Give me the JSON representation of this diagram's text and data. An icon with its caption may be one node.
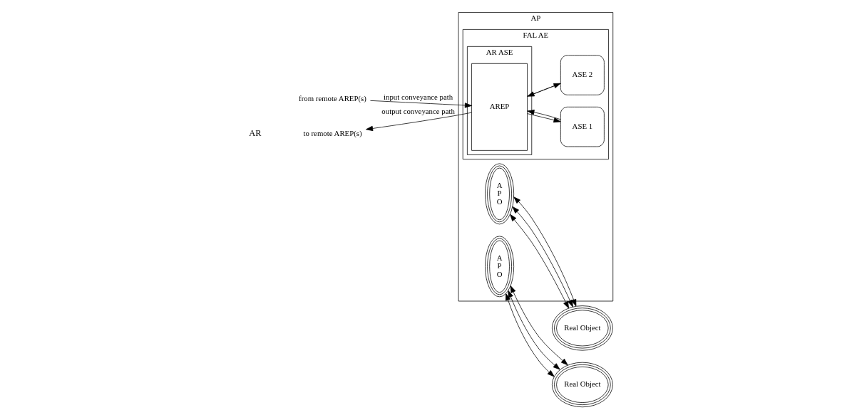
{
  "diagram": {
    "nodes": [
      {
        "text": [
          "AP"
        ]
      },
      {
        "text": [
          "FAL AE"
        ],
        "in": 0
      },
      {
        "text": [
          "AR ASE"
        ],
        "in": 1
      },
      {
        "text": [
          "AREP"
        ],
        "in": 2
      },
      {
        "text": [
          "ASE 1"
        ],
        "in": 1
      },
      {
        "text": [
          "ASE 2"
        ],
        "in": 1
      },
      {
        "text": [
          "A P O"
        ],
        "in": 0
      },
      {
        "text": [
          "A P O"
        ],
        "in": 0
      },
      {
        "text": [
          "Real Object"
        ]
      },
      {
        "text": [
          "Real Object"
        ]
      },
      {
        "text": [
          "from remote AREP(s)"
        ]
      },
      {
        "text": [
          "to remote AREP(s)"
        ]
      }
    ],
    "edges": [
      {
        "from": 10,
        "to": 3,
        "arrow": "to",
        "label": "input conveyance path"
      },
      {
        "from": 3,
        "to": 11,
        "arrow": "to",
        "label": "output conveyance path"
      },
      {
        "from": 3,
        "to": 4,
        "arrow": "to"
      },
      {
        "from": 3,
        "to": 5,
        "arrow": "to"
      },
      {
        "from": 4,
        "to": 3,
        "arrow": "to"
      },
      {
        "from": 5,
        "to": 3,
        "arrow": "to"
      },
      {
        "from": 6,
        "to": 8,
        "arrow": "both"
      },
      {
        "from": 6,
        "to": 8,
        "arrow": "both"
      },
      {
        "from": 6,
        "to": 8,
        "arrow": "both"
      },
      {
        "from": 7,
        "to": 9,
        "arrow": "both"
      },
      {
        "from": 7,
        "to": 9,
        "arrow": "both"
      },
      {
        "from": 7,
        "to": 9,
        "arrow": "both"
      }
    ],
    "labels": [
      "AR"
    ]
  }
}
